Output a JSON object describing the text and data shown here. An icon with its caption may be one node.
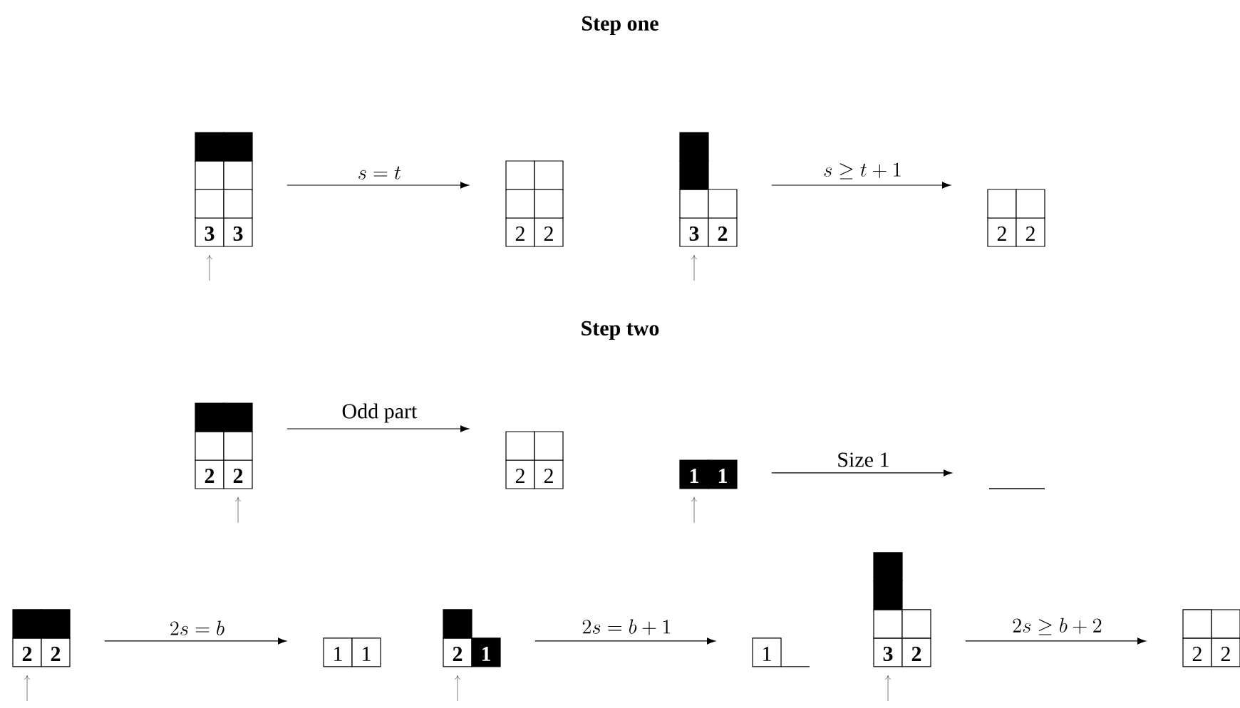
{
  "diagram": {
    "nodes": [
      {
        "text": [
          "3",
          "3"
        ]
      },
      {
        "text": [
          "2",
          "2"
        ]
      },
      {
        "text": [
          "3",
          "2"
        ]
      },
      {
        "text": [
          "2",
          "2"
        ]
      },
      {
        "text": [
          "2",
          "2"
        ]
      },
      {
        "text": [
          "2",
          "2"
        ]
      },
      {
        "text": [
          "1",
          "1"
        ]
      },
      {
        "text": [],
        "shape": "bar"
      },
      {
        "text": [
          "2",
          "2"
        ]
      },
      {
        "text": [
          "1",
          "1"
        ]
      },
      {
        "text": [
          "2",
          "1"
        ]
      },
      {
        "text": [
          "1"
        ]
      },
      {
        "text": [
          "3",
          "2"
        ]
      },
      {
        "text": [
          "2",
          "2"
        ]
      }
    ],
    "edges": [
      {
        "from": 0,
        "to": 1,
        "arrow": "to",
        "label": "s = t"
      },
      {
        "from": 2,
        "to": 3,
        "arrow": "to",
        "label": "s \\geq t+1"
      },
      {
        "from": 4,
        "to": 5,
        "arrow": "to",
        "label": "Odd part"
      },
      {
        "from": 6,
        "to": 7,
        "arrow": "to",
        "label": "Size 1"
      },
      {
        "from": 8,
        "to": 9,
        "arrow": "to",
        "label": "2s = b"
      },
      {
        "from": 10,
        "to": 11,
        "arrow": "to",
        "label": "2s = b+1"
      },
      {
        "from": 12,
        "to": 13,
        "arrow": "to",
        "label": "2s \\geq b+2"
      }
    ],
    "labels": [
      "Step one",
      "Step two"
    ]
  }
}
